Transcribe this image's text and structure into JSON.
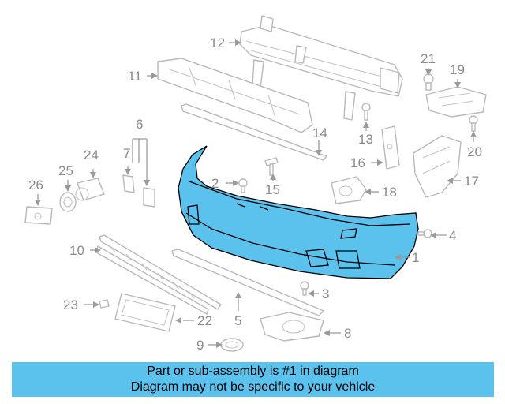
{
  "diagram": {
    "highlight_color": "#5bc2ee",
    "callouts": [
      "1",
      "2",
      "3",
      "4",
      "5",
      "6",
      "7",
      "8",
      "9",
      "10",
      "11",
      "12",
      "13",
      "14",
      "15",
      "16",
      "17",
      "18",
      "19",
      "20",
      "21",
      "22",
      "23",
      "24",
      "25",
      "26"
    ]
  },
  "banner": {
    "line1": "Part or sub-assembly is #1 in diagram",
    "line2": "Diagram may not be specific to your vehicle",
    "color": "#5bc2ee"
  }
}
